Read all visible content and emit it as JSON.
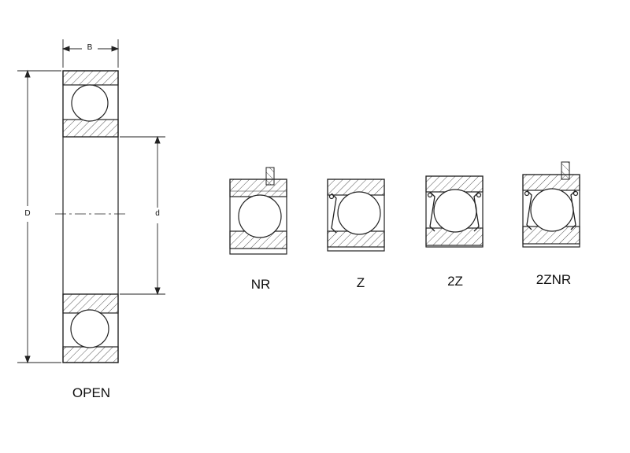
{
  "dimensions": {
    "width_label": "B",
    "outer_label": "D",
    "bore_label": "d"
  },
  "variants": [
    {
      "id": "open",
      "label": "OPEN"
    },
    {
      "id": "nr",
      "label": "NR"
    },
    {
      "id": "z",
      "label": "Z"
    },
    {
      "id": "2z",
      "label": "2Z"
    },
    {
      "id": "2znr",
      "label": "2ZNR"
    }
  ],
  "colors": {
    "line": "#222222",
    "hatch": "#444444",
    "background": "#ffffff"
  }
}
